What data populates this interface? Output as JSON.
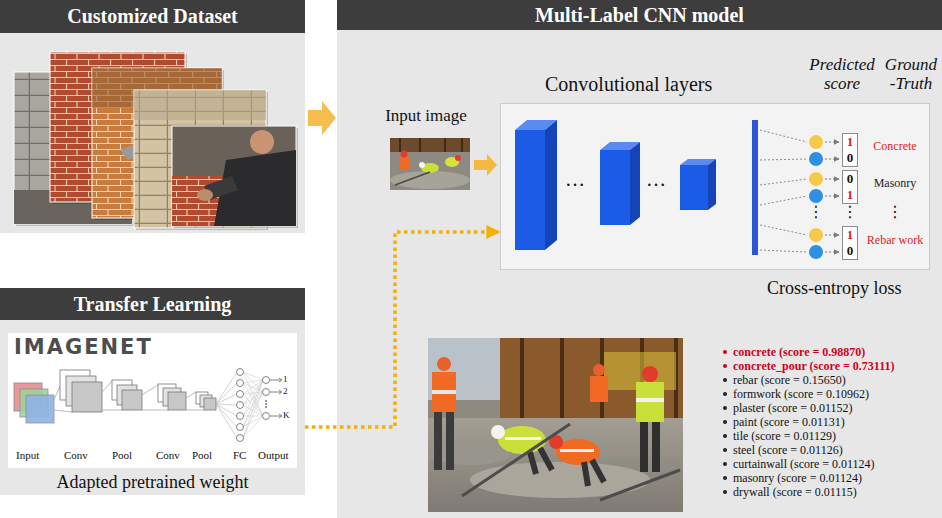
{
  "diagram": {
    "nodes": [
      {
        "text": [
          "Customized Dataset"
        ]
      },
      {
        "text": [
          "Multi-Label CNN model"
        ]
      },
      {
        "text": [
          "Convolutional layers"
        ],
        "in": 1
      },
      {
        "text": [
          "1",
          "0"
        ],
        "in": 2
      },
      {
        "text": [
          "0",
          "1"
        ],
        "in": 2
      },
      {
        "text": [
          "1",
          "0"
        ],
        "in": 2
      },
      {
        "text": [
          "Transfer Learning",
          "Adapted pretrained weight"
        ]
      }
    ],
    "edges": [
      {
        "from": 0,
        "to": 1,
        "arrow": "to"
      },
      {
        "from": 6,
        "to": 2,
        "arrow": "to"
      }
    ],
    "labels": [
      "Input image",
      "Predicted score",
      "Ground -Truth",
      "…",
      "…",
      "Concrete",
      "Masonry",
      "⋮",
      "⋮",
      "⋮",
      "Rebar work",
      "Cross-entropy loss",
      "IMAGENET",
      "Input",
      "Conv",
      "Pool",
      "Conv",
      "Pool",
      "FC",
      "Output",
      "1",
      "2",
      "K",
      "concrete (score = 0.98870)",
      "concrete_pour (score = 0.73111)",
      "rebar (score = 0.15650)",
      "formwork (score = 0.10962)",
      "plaster (score = 0.01152)",
      "paint (score = 0.01131)",
      "tile (score = 0.01129)",
      "steel (score = 0.01126)",
      "curtainwall (score = 0.01124)",
      "masonry (score = 0.01124)",
      "drywall (score = 0.01115)"
    ]
  }
}
